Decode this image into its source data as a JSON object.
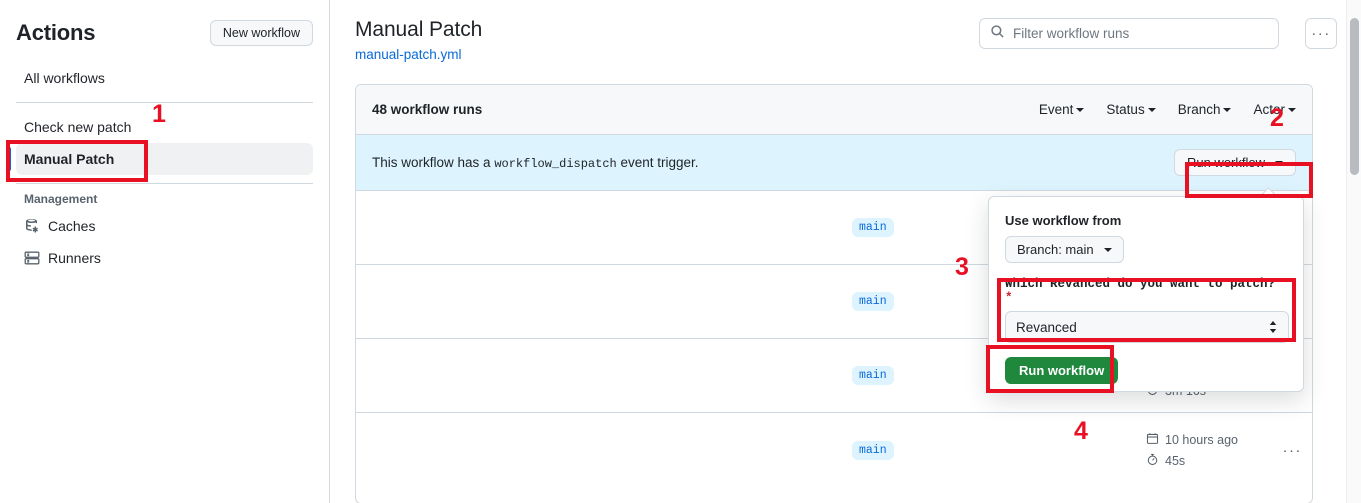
{
  "sidebar": {
    "title": "Actions",
    "new_workflow_label": "New workflow",
    "items": [
      {
        "label": "All workflows",
        "icon": "",
        "selected": false
      },
      {
        "label": "Check new patch",
        "icon": "",
        "selected": false
      },
      {
        "label": "Manual Patch",
        "icon": "",
        "selected": true
      }
    ],
    "group_label": "Management",
    "management_items": [
      {
        "label": "Caches",
        "icon": "cache-icon"
      },
      {
        "label": "Runners",
        "icon": "runners-icon"
      }
    ]
  },
  "header": {
    "title": "Manual Patch",
    "subtitle": "manual-patch.yml",
    "search_placeholder": "Filter workflow runs",
    "search_value": "",
    "kebab_label": "···"
  },
  "panel": {
    "runs_count": "48 workflow runs",
    "filters": [
      "Event",
      "Status",
      "Branch",
      "Actor"
    ],
    "dispatch_prefix": "This workflow has a",
    "dispatch_code": "workflow_dispatch",
    "dispatch_suffix": "event trigger.",
    "run_workflow_label": "Run workflow"
  },
  "runs": [
    {
      "branch": "main",
      "date": "",
      "duration": "",
      "kebab": ""
    },
    {
      "branch": "main",
      "date": "",
      "duration": "",
      "kebab": ""
    },
    {
      "branch": "main",
      "date": "",
      "duration": "3m 16s",
      "kebab": ""
    },
    {
      "branch": "main",
      "date": "10 hours ago",
      "duration": "45s",
      "kebab": "···"
    }
  ],
  "popover": {
    "use_workflow_from": "Use workflow from",
    "branch_value": "Branch: main",
    "input_label": "Which Revanced do you want to patch?",
    "required_mark": "*",
    "select_value": "Revanced",
    "submit_label": "Run workflow"
  },
  "annotations": [
    {
      "number": "1"
    },
    {
      "number": "2"
    },
    {
      "number": "3"
    },
    {
      "number": "4"
    }
  ],
  "colors": {
    "accent_blue": "#0969da",
    "green": "#1f883d",
    "annotation_red": "#e81123",
    "info_bg": "#ddf4ff",
    "tab_orange": "#fd8c73"
  }
}
